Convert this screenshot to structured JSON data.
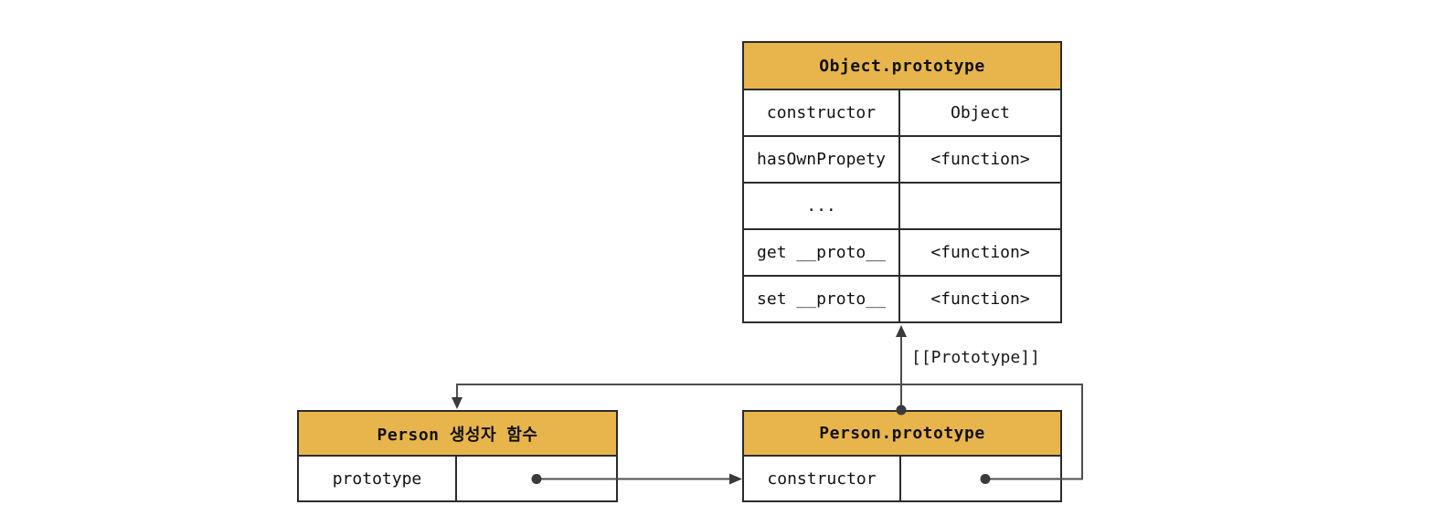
{
  "diagram": {
    "colors": {
      "header_fill": "#e8b54c",
      "table_border": "#2b2b2b",
      "connector": "#4d4d4d",
      "text": "#111111",
      "background": "#ffffff"
    },
    "tables": {
      "object_prototype": {
        "title": "Object.prototype",
        "rows": [
          {
            "key": "constructor",
            "value": "Object"
          },
          {
            "key": "hasOwnPropety",
            "value": "<function>"
          },
          {
            "key": "...",
            "value": ""
          },
          {
            "key": "get __proto__",
            "value": "<function>"
          },
          {
            "key": "set __proto__",
            "value": "<function>"
          }
        ]
      },
      "person_constructor": {
        "title": "Person 생성자 함수",
        "rows": [
          {
            "key": "prototype",
            "value": ""
          }
        ]
      },
      "person_prototype": {
        "title": "Person.prototype",
        "rows": [
          {
            "key": "constructor",
            "value": ""
          }
        ]
      }
    },
    "labels": {
      "prototype_link": "[[Prototype]]"
    }
  }
}
